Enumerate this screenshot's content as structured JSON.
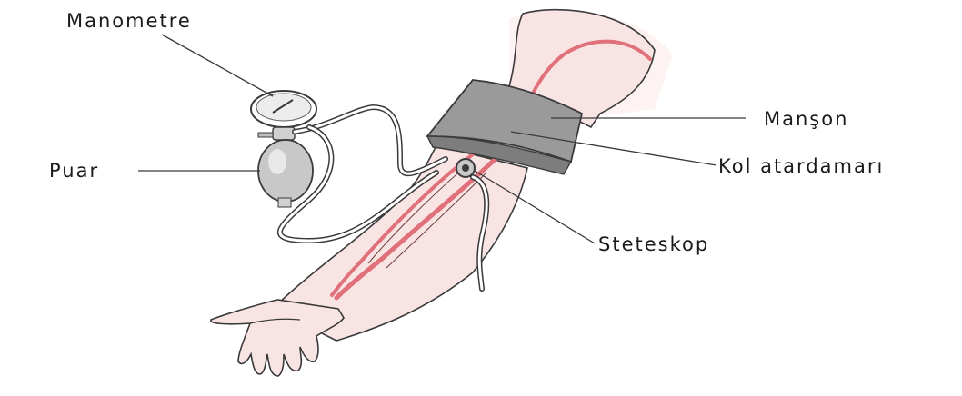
{
  "labels": {
    "manometre": "Manometre",
    "puar": "Puar",
    "manson": "Manşon",
    "kol_atardamari": "Kol atardamarı",
    "steteskop": "Steteskop"
  },
  "colors": {
    "skin": "#f9e4e4",
    "artery": "#e0707a",
    "cuff": "#9a9a9a",
    "outline": "#3a3a3a",
    "background": "#ffffff"
  }
}
